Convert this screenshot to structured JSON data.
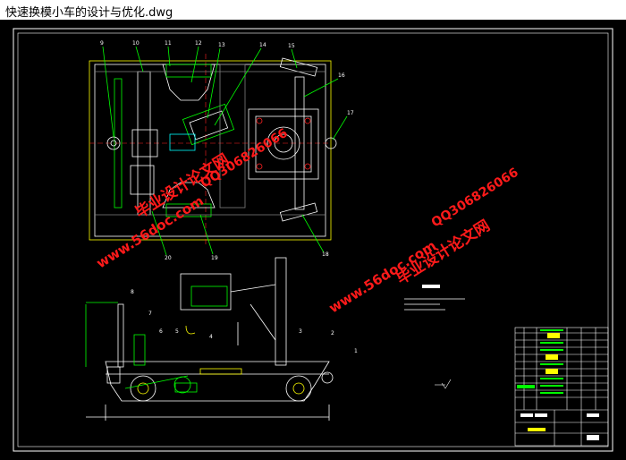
{
  "window": {
    "title": "快速换模小车的设计与优化.dwg"
  },
  "drawing": {
    "watermarks": [
      "www.56doc.com",
      "QQ306826066",
      "毕业设计论文网"
    ],
    "part_numbers": [
      "9",
      "10",
      "11",
      "12",
      "13",
      "14",
      "15",
      "16",
      "17",
      "18",
      "19",
      "20",
      "8",
      "7",
      "6",
      "5",
      "4",
      "3",
      "2",
      "1"
    ],
    "colors": {
      "background": "#000000",
      "lines": "#ffffff",
      "frame": "#ffffff",
      "green": "#00ff00",
      "yellow": "#ffff00",
      "red": "#ff2020",
      "watermark_red": "#ff1a1a"
    }
  }
}
